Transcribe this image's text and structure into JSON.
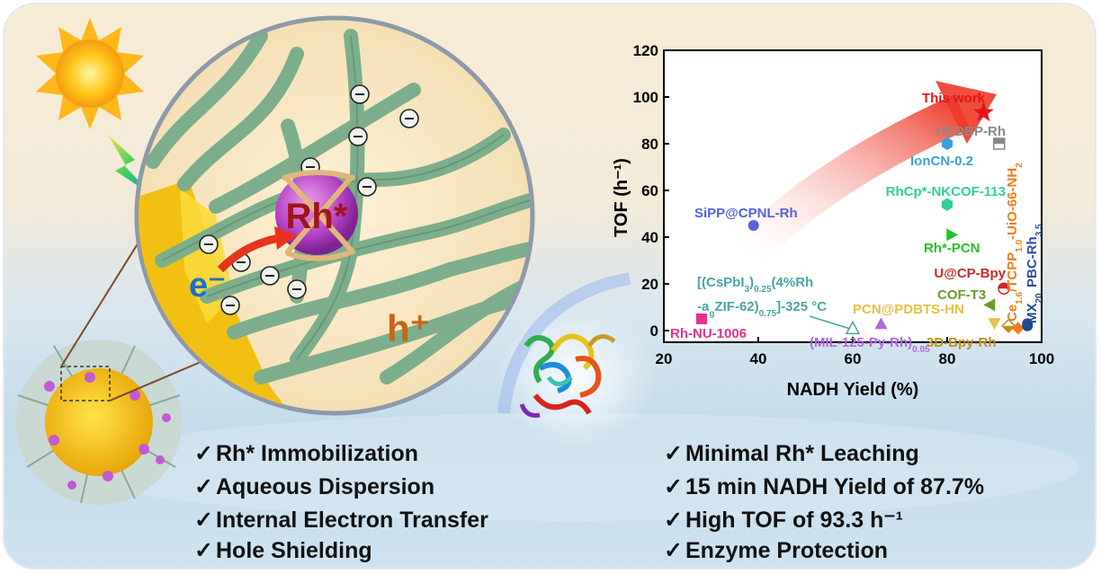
{
  "features_left": [
    "Rh* Immobilization",
    "Aqueous Dispersion",
    "Internal Electron Transfer",
    "Hole Shielding"
  ],
  "features_right": [
    "Minimal Rh* Leaching",
    "15 min NADH Yield of 87.7%",
    "High TOF of 93.3 h⁻¹",
    "Enzyme Protection"
  ],
  "check_mark": "✓",
  "diagram": {
    "catalyst_label": "Rh*",
    "electron_label": "e⁻",
    "hole_label": "h⁺",
    "minus_sign": "−"
  },
  "chart_data": {
    "type": "scatter",
    "xlabel": "NADH Yield (%)",
    "ylabel": "TOF (h⁻¹)",
    "xlim": [
      20,
      100
    ],
    "ylim": [
      -5,
      120
    ],
    "xticks": [
      20,
      40,
      60,
      80,
      100
    ],
    "yticks": [
      0,
      20,
      40,
      60,
      80,
      100,
      120
    ],
    "points": [
      {
        "label": "This work",
        "x": 87.7,
        "y": 93.3,
        "color": "#e5141c",
        "marker": "star"
      },
      {
        "label": "Hf-DBP-Rh",
        "x": 91,
        "y": 80,
        "color": "#888888",
        "marker": "square-half"
      },
      {
        "label": "IonCN-0.2",
        "x": 80,
        "y": 80,
        "color": "#3a9fe0",
        "marker": "hexagon"
      },
      {
        "label": "RhCp*-NKCOF-113",
        "x": 80,
        "y": 54,
        "color": "#2fcf9a",
        "marker": "hexagon"
      },
      {
        "label": "SiPP@CPNL-Rh",
        "x": 39,
        "y": 45,
        "color": "#5561e0",
        "marker": "circle"
      },
      {
        "label": "Rh*-PCN",
        "x": 81,
        "y": 41,
        "color": "#22c32a",
        "marker": "triangle-right"
      },
      {
        "label": "U@CP-Bpy",
        "x": 92,
        "y": 18,
        "color": "#cc2a2a",
        "marker": "circle-half"
      },
      {
        "label": "COF-T3",
        "x": 89,
        "y": 11,
        "color": "#6a9b2a",
        "marker": "triangle-left"
      },
      {
        "label": "PCN@PDBTS-HN",
        "x": 90,
        "y": 3,
        "color": "#e8c048",
        "marker": "triangle-down"
      },
      {
        "label": "[(CsPbI3)0.25(4%Rh-agZIF-62)0.75]-325 °C",
        "x": 60,
        "y": 1,
        "color": "#4aa5a2",
        "marker": "triangle-open"
      },
      {
        "label": "Rh-NU-1006",
        "x": 28,
        "y": 5,
        "color": "#e8308f",
        "marker": "square"
      },
      {
        "label": "(MIL-125-Py-Rh)0.05",
        "x": 66,
        "y": 3,
        "color": "#b068e0",
        "marker": "triangle"
      },
      {
        "label": "3D-Bpy-Rh",
        "x": 93,
        "y": 2,
        "color": "#c0901a",
        "marker": "diamond-half"
      },
      {
        "label": "Ce1.6/TCPP1.0-UiO-66-NH2",
        "x": 95,
        "y": 1,
        "color": "#f07d1a",
        "marker": "diamond"
      },
      {
        "label": "PBC-Rh3.5",
        "x": 97,
        "y": 3,
        "color": "#2b4fa8",
        "marker": "circle"
      },
      {
        "label": "MX20",
        "x": 97,
        "y": 2,
        "color": "#1e4a8a",
        "marker": "circle"
      }
    ],
    "label_text": {
      "this_work": "This work",
      "hf": "Hf-DBP-Rh",
      "ion": "IonCN-0.2",
      "rhcp": "RhCp*-NKCOF-113",
      "sipp": "SiPP@CPNL-Rh",
      "rhpcn": "Rh*-PCN",
      "ucp": "U@CP-Bpy",
      "cof": "COF-T3",
      "pcnp": "PCN@PDBTS-HN",
      "cs_1": "[(CsPbI",
      "cs_2": "3",
      "cs_3": ")",
      "cs_4": "0.25",
      "cs_5": "(4%Rh",
      "cs_6": "-a",
      "cs_7": "g",
      "cs_8": "ZIF-62)",
      "cs_9": "0.75",
      "cs_10": "]-325 °C",
      "nu": "Rh-NU-1006",
      "mil_1": "(MIL-125-Py-Rh)",
      "mil_2": "0.05",
      "bpy3d": "3D-Bpy-Rh",
      "ce_1": "Ce",
      "ce_2": "1.6",
      "ce_3": "/TCPP",
      "ce_4": "1.0",
      "ce_5": "-UiO-66-NH",
      "ce_6": "2",
      "pbc_1": "PBC-Rh",
      "pbc_2": "3.5",
      "mx_1": "MX",
      "mx_2": "20"
    },
    "colors": {
      "this_work": "#e5141c",
      "hf": "#8a8a8a",
      "ion": "#3a9fe0",
      "rhcp": "#2fcf9a",
      "sipp": "#5561e0",
      "rhpcn": "#22c32a",
      "ucp": "#cc2a2a",
      "cof": "#6a9b2a",
      "pcnp": "#e8c048",
      "cs": "#4aa5a2",
      "nu": "#e8308f",
      "mil": "#b068e0",
      "bpy3d": "#c0901a",
      "ce": "#f07d1a",
      "pbc": "#2b4fa8",
      "mx": "#1e4a8a"
    }
  }
}
